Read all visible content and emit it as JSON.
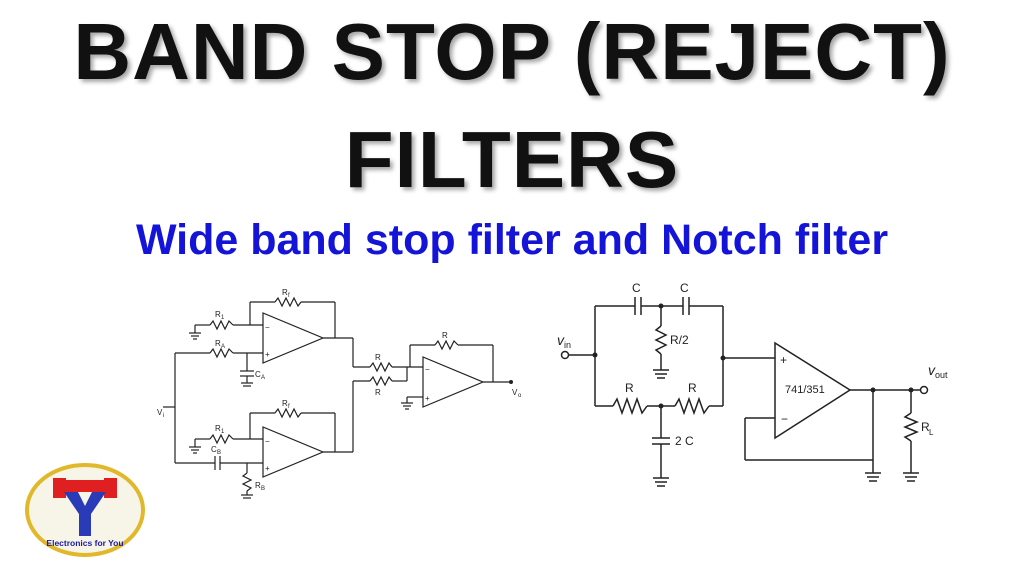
{
  "title": {
    "line1": "BAND STOP (REJECT)",
    "line2": "FILTERS",
    "subtitle": "Wide band stop filter and Notch filter"
  },
  "colors": {
    "title": "#111111",
    "subtitle": "#1414d8",
    "logo_ring": "#e0b82a",
    "logo_red": "#e02020",
    "logo_blue": "#2a3bb8",
    "logo_text": "#1a1aa0"
  },
  "wideband_circuit": {
    "rf_top": "R",
    "rf_top_sub": "f",
    "r1_top": "R",
    "r1_top_sub": "1",
    "ra": "R",
    "ra_sub": "A",
    "ca": "C",
    "ca_sub": "A",
    "r_sum1": "R",
    "r_sum2": "R",
    "r_fb": "R",
    "vi": "V",
    "vi_sub": "i",
    "vo": "V",
    "vo_sub": "o",
    "rf_bot": "R",
    "rf_bot_sub": "f",
    "r1_bot": "R",
    "r1_bot_sub": "1",
    "cb": "C",
    "cb_sub": "B",
    "rb": "R",
    "rb_sub": "B",
    "minus": "−",
    "plus": "+"
  },
  "notch_circuit": {
    "c1": "C",
    "c2": "C",
    "r_half": "R/2",
    "vin": "v",
    "vin_sub": "in",
    "r_left": "R",
    "r_right": "R",
    "c_double": "2 C",
    "opamp": "741/351",
    "vout": "v",
    "vout_sub": "out",
    "rl": "R",
    "rl_sub": "L",
    "plus": "+",
    "minus": "−"
  },
  "logo": {
    "text": "Electronics for You"
  }
}
